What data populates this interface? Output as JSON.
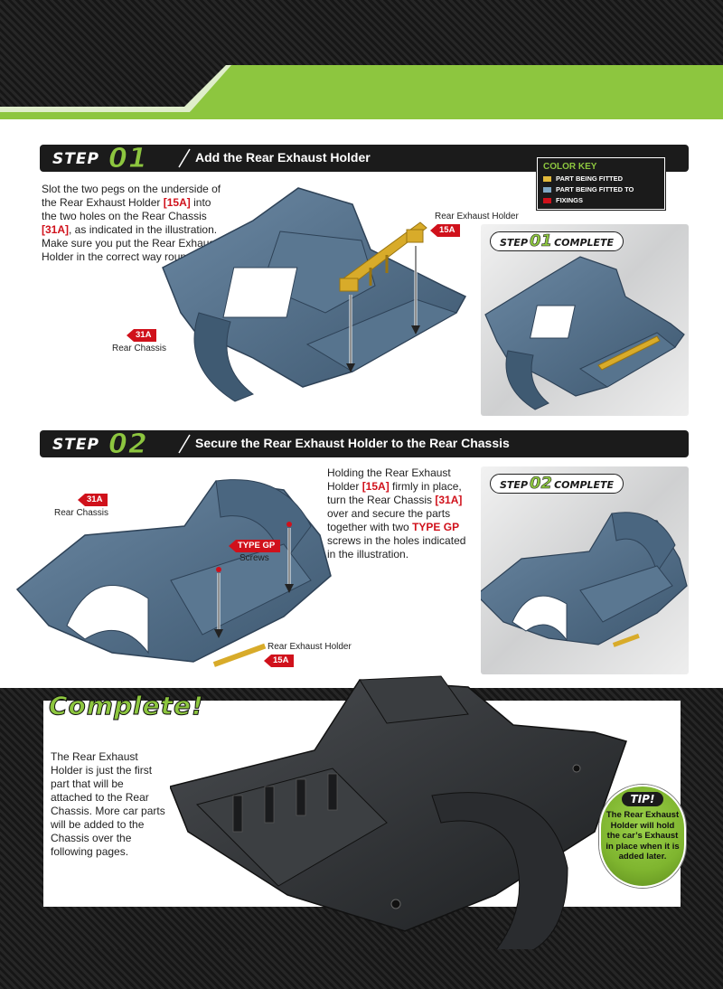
{
  "step1": {
    "step_word": "STEP",
    "step_num": "01",
    "title": "Add the Rear Exhaust Holder",
    "text_a": "Slot the two pegs on the underside of the Rear Exhaust Holder ",
    "ref_a": "[15A]",
    "text_b": " into the two holes on the Rear Chassis ",
    "ref_b": "[31A]",
    "text_c": ", as indicated in the illustration. Make sure you put the Rear Exhaust Holder in the correct way round.",
    "holder_caption": "Rear Exhaust Holder",
    "holder_tag": "15A",
    "chassis_tag": "31A",
    "chassis_caption": "Rear Chassis",
    "complete_step": "STEP",
    "complete_num": "01",
    "complete_word": "COMPLETE"
  },
  "color_key": {
    "title": "COLOR KEY",
    "items": [
      {
        "label": "PART BEING FITTED",
        "color": "#e2b93b"
      },
      {
        "label": "PART BEING FITTED TO",
        "color": "#7fa7c4"
      },
      {
        "label": "FIXINGS",
        "color": "#d0111b"
      }
    ]
  },
  "step2": {
    "step_word": "STEP",
    "step_num": "02",
    "title": "Secure the Rear Exhaust Holder to the Rear Chassis",
    "text_a": "Holding the Rear Exhaust Holder ",
    "ref_a": "[15A]",
    "text_b": " firmly in place, turn the Rear Chassis ",
    "ref_b": "[31A]",
    "text_c": " over and secure the parts together with two ",
    "ref_c": "TYPE GP",
    "text_d": " screws in the holes indicated in the illustration.",
    "chassis_tag": "31A",
    "chassis_caption": "Rear Chassis",
    "screw_tag": "TYPE GP",
    "screw_caption": "Screws",
    "holder_caption": "Rear Exhaust Holder",
    "holder_tag": "15A",
    "complete_step": "STEP",
    "complete_num": "02",
    "complete_word": "COMPLETE"
  },
  "complete": {
    "title": "Complete!",
    "subtitle": "The Rear Chassis",
    "text": "The Rear Exhaust Holder is just the first part that will be attached to the Rear Chassis. More car parts will be added to the Chassis over the following pages.",
    "tip_head": "TIP!",
    "tip_text": "The Rear Exhaust Holder will hold the car’s Exhaust in place when it is added later."
  },
  "colors": {
    "accent_green": "#8dc63f",
    "ref_red": "#d0111b",
    "chassis_blue": "#4d6a85",
    "holder_gold": "#d8ab2a",
    "dark_part": "#2b2e31"
  }
}
